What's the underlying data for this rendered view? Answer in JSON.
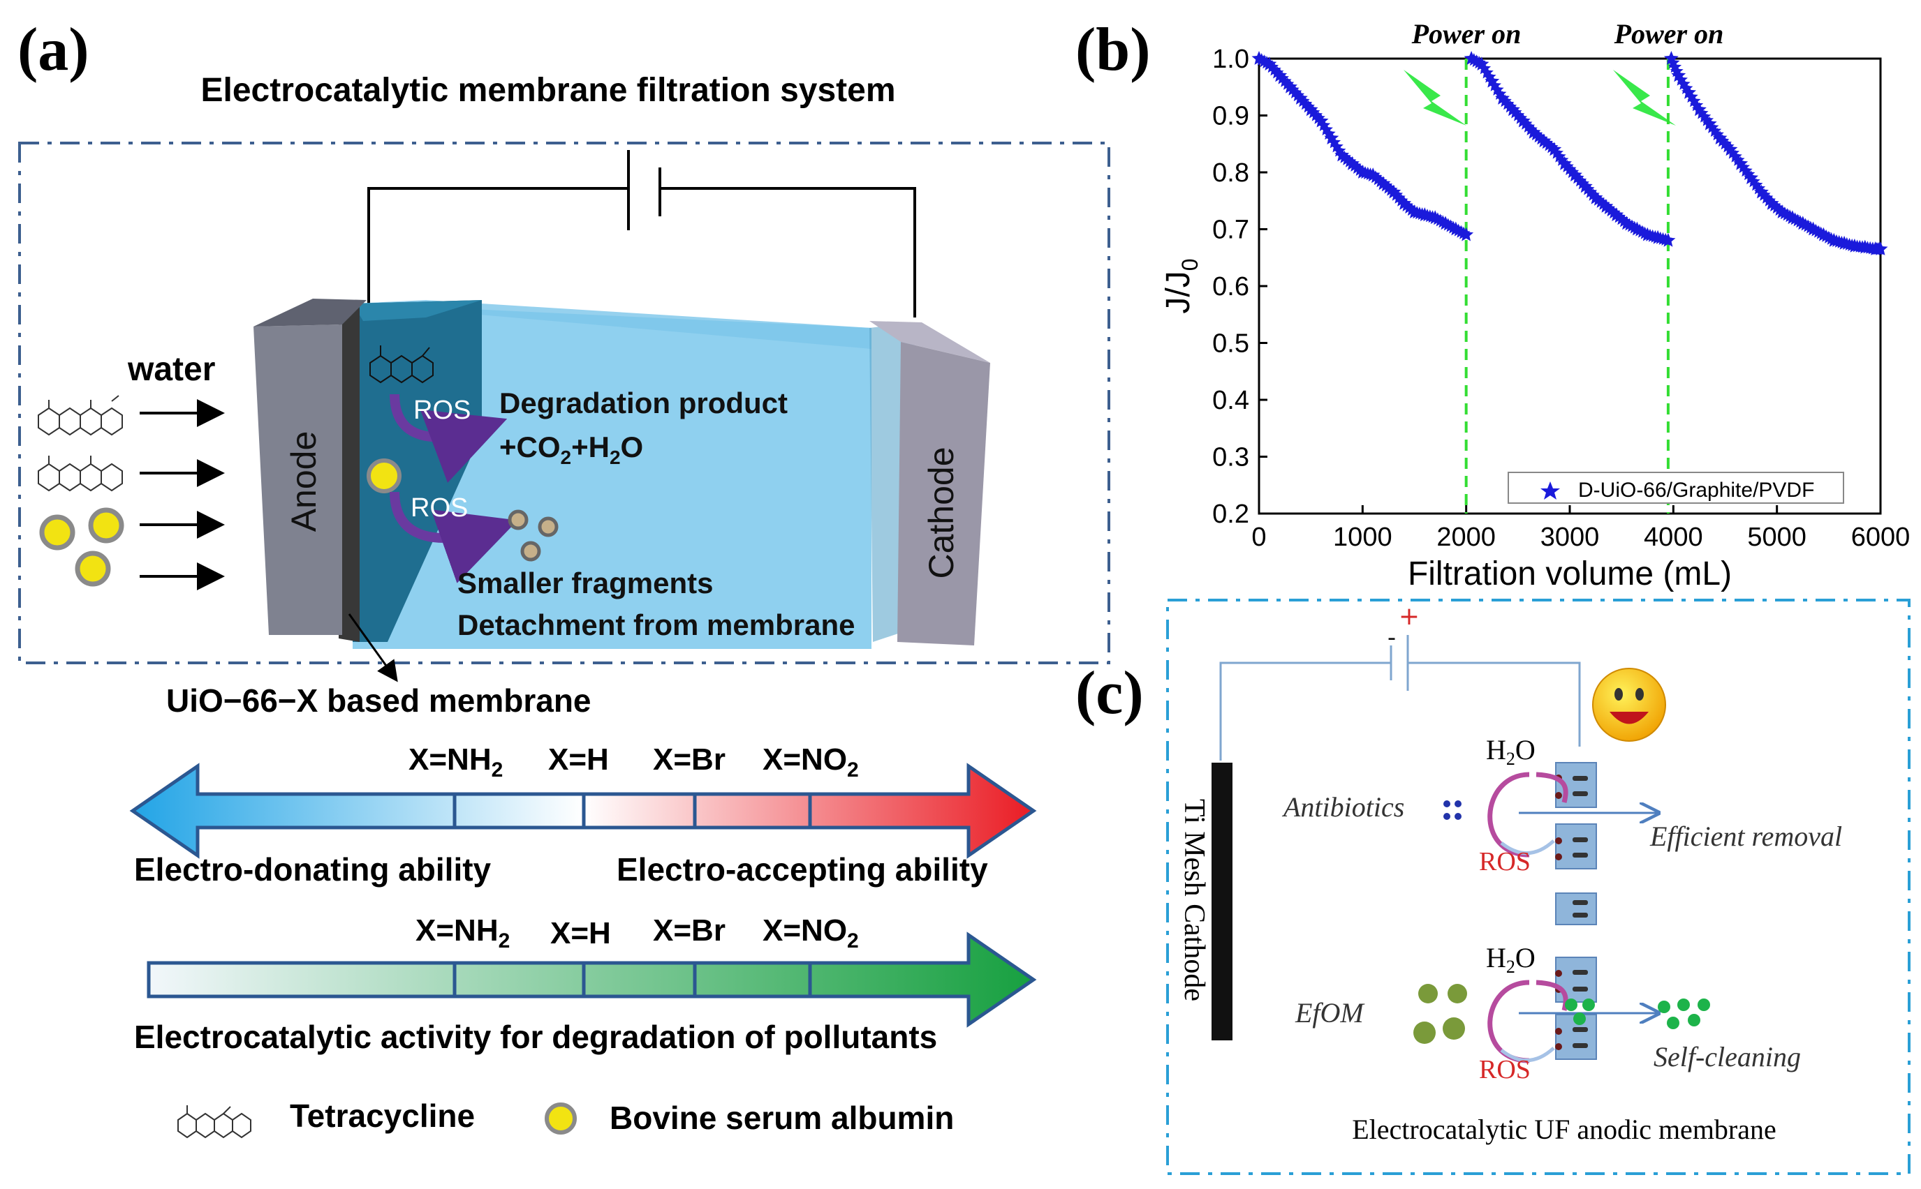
{
  "panel_a": {
    "label": "(a)",
    "title": "Electrocatalytic membrane filtration system",
    "anode": "Anode",
    "cathode": "Cathode",
    "water": "water",
    "ros": "ROS",
    "degradation_product": "Degradation product",
    "co2_h2o": {
      "prefix": "+CO",
      "sub1": "2",
      "mid": "+H",
      "sub2": "2",
      "suffix": "O"
    },
    "smaller_fragments": "Smaller fragments",
    "detachment": "Detachment from membrane",
    "membrane_label": "UiO−66−X based membrane",
    "scale1": {
      "labels": [
        {
          "main": "X=NH",
          "sub": "2"
        },
        {
          "main": "X=H",
          "sub": ""
        },
        {
          "main": "X=Br",
          "sub": ""
        },
        {
          "main": "X=NO",
          "sub": "2"
        }
      ],
      "left_text": "Electro-donating ability",
      "right_text": "Electro-accepting ability"
    },
    "scale2": {
      "labels": [
        {
          "main": "X=NH",
          "sub": "2"
        },
        {
          "main": "X=H",
          "sub": ""
        },
        {
          "main": "X=Br",
          "sub": ""
        },
        {
          "main": "X=NO",
          "sub": "2"
        }
      ],
      "caption": "Electrocatalytic activity for degradation of pollutants"
    },
    "legend": {
      "tetracycline": "Tetracycline",
      "bsa": "Bovine serum albumin"
    },
    "colors": {
      "anode": "#7f8290",
      "cathode": "#9a97a8",
      "water": "#8fd0ef",
      "ros_arrow": "#6a3aa0",
      "bsa": "#f2e312"
    }
  },
  "panel_b": {
    "label": "(b)",
    "power_on_1": "Power on",
    "power_on_2": "Power on",
    "chart_data": {
      "type": "scatter",
      "xlabel": "Filtration volume (mL)",
      "ylabel": {
        "main": "J/J",
        "sub": "0"
      },
      "xlim": [
        0,
        6000
      ],
      "ylim": [
        0.2,
        1.0
      ],
      "xticks": [
        0,
        1000,
        2000,
        3000,
        4000,
        5000,
        6000
      ],
      "yticks": [
        0.2,
        0.3,
        0.4,
        0.5,
        0.6,
        0.7,
        0.8,
        0.9,
        1.0
      ],
      "grid": false,
      "legend_position": "bottom-right",
      "power_on_x": [
        2000,
        3950
      ],
      "series": [
        {
          "name": "D-UiO-66/Graphite/PVDF",
          "color": "#1a1adb",
          "marker": "star",
          "x": [
            0,
            100,
            200,
            300,
            400,
            500,
            600,
            700,
            800,
            900,
            1000,
            1100,
            1200,
            1300,
            1400,
            1500,
            1600,
            1700,
            1800,
            1900,
            2000,
            2050,
            2150,
            2250,
            2350,
            2450,
            2550,
            2650,
            2750,
            2850,
            2950,
            3050,
            3150,
            3250,
            3350,
            3450,
            3550,
            3650,
            3750,
            3850,
            3950,
            3980,
            4050,
            4150,
            4250,
            4350,
            4450,
            4550,
            4650,
            4750,
            4850,
            4950,
            5050,
            5150,
            5250,
            5350,
            5450,
            5550,
            5650,
            5750,
            5850,
            5950,
            6000
          ],
          "y": [
            1.0,
            0.99,
            0.97,
            0.95,
            0.93,
            0.91,
            0.89,
            0.86,
            0.83,
            0.815,
            0.8,
            0.795,
            0.78,
            0.765,
            0.745,
            0.73,
            0.725,
            0.72,
            0.71,
            0.7,
            0.69,
            1.0,
            0.99,
            0.96,
            0.93,
            0.91,
            0.89,
            0.87,
            0.855,
            0.84,
            0.815,
            0.795,
            0.775,
            0.755,
            0.74,
            0.725,
            0.71,
            0.7,
            0.69,
            0.685,
            0.68,
            1.0,
            0.97,
            0.94,
            0.91,
            0.885,
            0.86,
            0.84,
            0.815,
            0.79,
            0.765,
            0.745,
            0.73,
            0.72,
            0.71,
            0.7,
            0.69,
            0.68,
            0.675,
            0.67,
            0.668,
            0.665,
            0.665
          ]
        }
      ]
    }
  },
  "panel_c": {
    "label": "(c)",
    "plus": "+",
    "minus": "-",
    "cathode": "Ti Mesh Cathode",
    "h2o_1": {
      "main": "H",
      "sub": "2",
      "suffix": "O"
    },
    "h2o_2": {
      "main": "H",
      "sub": "2",
      "suffix": "O"
    },
    "ros_1": "ROS",
    "ros_2": "ROS",
    "antibiotics": "Antibiotics",
    "efficient_removal": "Efficient removal",
    "efom": "EfOM",
    "self_cleaning": "Self-cleaning",
    "caption": "Electrocatalytic UF anodic membrane"
  }
}
